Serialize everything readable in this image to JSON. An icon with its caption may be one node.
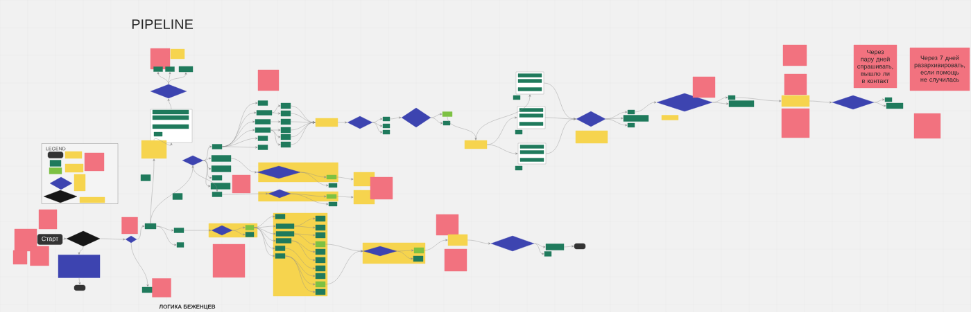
{
  "diagram": {
    "title": "PIPELINE",
    "nodes": [
      {
        "text": [
          "LEGEND"
        ]
      },
      {
        "text": [],
        "shape": "pill",
        "in": 0
      },
      {
        "text": [],
        "shape": "box",
        "in": 0
      },
      {
        "text": [],
        "shape": "box",
        "in": 0
      },
      {
        "text": [],
        "shape": "diamond",
        "in": 0
      },
      {
        "text": [],
        "shape": "diamond",
        "in": 0
      },
      {
        "text": [],
        "shape": "box",
        "in": 0
      },
      {
        "text": [],
        "shape": "box",
        "in": 0
      },
      {
        "text": [],
        "shape": "note",
        "in": 0
      },
      {
        "text": [],
        "shape": "box",
        "in": 0
      },
      {
        "text": [],
        "shape": "box",
        "in": 0
      },
      {
        "text": [],
        "shape": "note"
      },
      {
        "text": [],
        "shape": "note"
      },
      {
        "text": [
          "Старт"
        ]
      },
      {
        "text": [],
        "shape": "diamond"
      },
      {
        "text": [],
        "shape": "note"
      },
      {
        "text": [],
        "shape": "note"
      },
      {
        "text": [],
        "shape": "box"
      },
      {
        "text": [],
        "shape": "pill"
      },
      {
        "text": [],
        "shape": "note"
      },
      {
        "text": [],
        "shape": "diamond"
      },
      {
        "text": [],
        "shape": "box"
      },
      {
        "text": [],
        "shape": "box"
      },
      {
        "text": [],
        "shape": "note"
      },
      {
        "text": [],
        "shape": "note"
      },
      {
        "text": [],
        "shape": "box"
      },
      {
        "text": [],
        "shape": "box"
      },
      {
        "text": [],
        "shape": "box"
      },
      {
        "text": [],
        "shape": "box"
      },
      {
        "text": [],
        "shape": "diamond"
      },
      {
        "text": [],
        "shape": "box"
      },
      {
        "text": [],
        "shape": "box",
        "in": 30
      },
      {
        "text": [],
        "shape": "box",
        "in": 30
      },
      {
        "text": [],
        "shape": "box",
        "in": 30
      },
      {
        "text": [],
        "shape": "box",
        "in": 30
      },
      {
        "text": [],
        "shape": "box"
      },
      {
        "text": [],
        "shape": "box"
      },
      {
        "text": [],
        "shape": "box"
      },
      {
        "text": [],
        "shape": "diamond"
      },
      {
        "text": [],
        "shape": "box"
      },
      {
        "text": [],
        "shape": "box"
      },
      {
        "text": [],
        "shape": "box"
      },
      {
        "text": [],
        "shape": "box"
      },
      {
        "text": [],
        "shape": "box"
      },
      {
        "text": [],
        "shape": "box"
      },
      {
        "text": [],
        "shape": "box"
      },
      {
        "text": [],
        "shape": "box"
      },
      {
        "text": [],
        "shape": "note"
      },
      {
        "text": [],
        "shape": "note"
      },
      {
        "text": [],
        "shape": "box"
      },
      {
        "text": [],
        "shape": "box"
      },
      {
        "text": [],
        "shape": "box"
      },
      {
        "text": [],
        "shape": "box"
      },
      {
        "text": [],
        "shape": "box"
      },
      {
        "text": [],
        "shape": "box"
      },
      {
        "text": [],
        "shape": "box"
      },
      {
        "text": [],
        "shape": "box"
      },
      {
        "text": [],
        "shape": "box"
      },
      {
        "text": [],
        "shape": "box"
      },
      {
        "text": [],
        "shape": "box"
      },
      {
        "text": [],
        "shape": "box"
      },
      {
        "text": [],
        "shape": "box"
      },
      {
        "text": [],
        "shape": "diamond"
      },
      {
        "text": [],
        "shape": "box"
      },
      {
        "text": [],
        "shape": "box"
      },
      {
        "text": [],
        "shape": "box"
      },
      {
        "text": [],
        "shape": "diamond"
      },
      {
        "text": [],
        "shape": "box"
      },
      {
        "text": [],
        "shape": "box"
      },
      {
        "text": [],
        "shape": "box"
      },
      {
        "text": [],
        "shape": "box"
      },
      {
        "text": [],
        "shape": "box",
        "in": 70
      },
      {
        "text": [],
        "shape": "box",
        "in": 70
      },
      {
        "text": [],
        "shape": "box",
        "in": 70
      },
      {
        "text": [],
        "shape": "box"
      },
      {
        "text": [],
        "shape": "box"
      },
      {
        "text": [],
        "shape": "box",
        "in": 75
      },
      {
        "text": [],
        "shape": "box",
        "in": 75
      },
      {
        "text": [],
        "shape": "box",
        "in": 75
      },
      {
        "text": [],
        "shape": "box"
      },
      {
        "text": [],
        "shape": "box"
      },
      {
        "text": [],
        "shape": "box",
        "in": 80
      },
      {
        "text": [],
        "shape": "box",
        "in": 80
      },
      {
        "text": [],
        "shape": "box",
        "in": 80
      },
      {
        "text": [],
        "shape": "box"
      },
      {
        "text": [],
        "shape": "diamond"
      },
      {
        "text": [],
        "shape": "box"
      },
      {
        "text": [],
        "shape": "box"
      },
      {
        "text": [],
        "shape": "box"
      },
      {
        "text": [],
        "shape": "box"
      },
      {
        "text": [],
        "shape": "box"
      },
      {
        "text": [],
        "shape": "diamond"
      },
      {
        "text": [],
        "shape": "note"
      },
      {
        "text": [],
        "shape": "box"
      },
      {
        "text": [],
        "shape": "box"
      },
      {
        "text": [],
        "shape": "note"
      },
      {
        "text": [],
        "shape": "note"
      },
      {
        "text": [],
        "shape": "box"
      },
      {
        "text": [],
        "shape": "note"
      },
      {
        "text": [],
        "shape": "diamond"
      },
      {
        "text": [],
        "shape": "box"
      },
      {
        "text": [],
        "shape": "box"
      },
      {
        "text": [
          "Через пару дней спрашивать, вышло ли в контакт"
        ]
      },
      {
        "text": [
          "Через 7 дней разархивировать, если помощь не случилась"
        ]
      },
      {
        "text": [],
        "shape": "note"
      },
      {
        "text": [],
        "shape": "box"
      },
      {
        "text": [],
        "shape": "diamond",
        "in": 105
      },
      {
        "text": [],
        "shape": "box"
      },
      {
        "text": [],
        "shape": "diamond",
        "in": 107
      },
      {
        "text": [],
        "shape": "box",
        "in": 105
      },
      {
        "text": [],
        "shape": "box"
      },
      {
        "text": [],
        "shape": "box",
        "in": 107
      },
      {
        "text": [],
        "shape": "box"
      },
      {
        "text": [],
        "shape": "box"
      },
      {
        "text": [],
        "shape": "box"
      },
      {
        "text": [],
        "shape": "note"
      },
      {
        "text": [],
        "shape": "box"
      },
      {
        "text": [],
        "shape": "diamond",
        "in": 116
      },
      {
        "text": [],
        "shape": "box",
        "in": 116
      },
      {
        "text": [],
        "shape": "box",
        "in": 116
      },
      {
        "text": [],
        "shape": "note"
      },
      {
        "text": [],
        "shape": "box"
      },
      {
        "text": [],
        "shape": "box",
        "in": 121
      },
      {
        "text": [],
        "shape": "box",
        "in": 121
      },
      {
        "text": [],
        "shape": "box",
        "in": 121
      },
      {
        "text": [],
        "shape": "box",
        "in": 121
      },
      {
        "text": [],
        "shape": "box",
        "in": 121
      },
      {
        "text": [],
        "shape": "box",
        "in": 121
      },
      {
        "text": [],
        "shape": "box",
        "in": 121
      },
      {
        "text": [],
        "shape": "box",
        "in": 121
      },
      {
        "text": [],
        "shape": "box",
        "in": 121
      },
      {
        "text": [],
        "shape": "box",
        "in": 121
      },
      {
        "text": [],
        "shape": "box",
        "in": 121
      },
      {
        "text": [],
        "shape": "box",
        "in": 121
      },
      {
        "text": [],
        "shape": "box",
        "in": 121
      },
      {
        "text": [],
        "shape": "box",
        "in": 121
      },
      {
        "text": [],
        "shape": "box",
        "in": 121
      },
      {
        "text": [],
        "shape": "box",
        "in": 121
      },
      {
        "text": [],
        "shape": "box"
      },
      {
        "text": [],
        "shape": "diamond",
        "in": 138
      },
      {
        "text": [],
        "shape": "box",
        "in": 138
      },
      {
        "text": [],
        "shape": "box",
        "in": 138
      },
      {
        "text": [],
        "shape": "note"
      },
      {
        "text": [],
        "shape": "box"
      },
      {
        "text": [],
        "shape": "note"
      },
      {
        "text": [],
        "shape": "diamond"
      },
      {
        "text": [],
        "shape": "box"
      },
      {
        "text": [],
        "shape": "box"
      },
      {
        "text": [],
        "shape": "pill"
      }
    ],
    "edges": [
      {
        "from": 13,
        "to": 14,
        "arrow": "to"
      },
      {
        "from": 14,
        "to": 17,
        "arrow": "to"
      },
      {
        "from": 17,
        "to": 18,
        "arrow": "to"
      },
      {
        "from": 14,
        "to": 20,
        "arrow": "to"
      },
      {
        "from": 20,
        "to": 21,
        "arrow": "to"
      },
      {
        "from": 20,
        "to": 22,
        "arrow": "to"
      },
      {
        "from": 21,
        "to": 35,
        "arrow": "to"
      },
      {
        "from": 35,
        "to": 30,
        "arrow": "to"
      },
      {
        "from": 30,
        "to": 29,
        "arrow": "to"
      },
      {
        "from": 29,
        "to": 26,
        "arrow": "to"
      },
      {
        "from": 29,
        "to": 27,
        "arrow": "to"
      },
      {
        "from": 29,
        "to": 28,
        "arrow": "to"
      },
      {
        "from": 21,
        "to": 38,
        "arrow": "to"
      },
      {
        "from": 38,
        "to": 41,
        "arrow": "to"
      },
      {
        "from": 38,
        "to": 42,
        "arrow": "to"
      },
      {
        "from": 38,
        "to": 43,
        "arrow": "to"
      },
      {
        "from": 38,
        "to": 44,
        "arrow": "to"
      },
      {
        "from": 38,
        "to": 45,
        "arrow": "to"
      },
      {
        "from": 38,
        "to": 46,
        "arrow": "to"
      },
      {
        "from": 41,
        "to": 49,
        "arrow": "to"
      },
      {
        "from": 41,
        "to": 50,
        "arrow": "to"
      },
      {
        "from": 41,
        "to": 51,
        "arrow": "to"
      },
      {
        "from": 41,
        "to": 52,
        "arrow": "to"
      },
      {
        "from": 41,
        "to": 53,
        "arrow": "to"
      },
      {
        "from": 41,
        "to": 54,
        "arrow": "to"
      },
      {
        "from": 50,
        "to": 55,
        "arrow": "to"
      },
      {
        "from": 50,
        "to": 56,
        "arrow": "to"
      },
      {
        "from": 51,
        "to": 57,
        "arrow": "to"
      },
      {
        "from": 52,
        "to": 58,
        "arrow": "to"
      },
      {
        "from": 52,
        "to": 59,
        "arrow": "to"
      },
      {
        "from": 52,
        "to": 60,
        "arrow": "to"
      },
      {
        "from": 55,
        "to": 61,
        "arrow": "to"
      },
      {
        "from": 56,
        "to": 61,
        "arrow": "to"
      },
      {
        "from": 57,
        "to": 61,
        "arrow": "to"
      },
      {
        "from": 58,
        "to": 61,
        "arrow": "to"
      },
      {
        "from": 59,
        "to": 61,
        "arrow": "to"
      },
      {
        "from": 60,
        "to": 61,
        "arrow": "to"
      },
      {
        "from": 61,
        "to": 62,
        "arrow": "to"
      },
      {
        "from": 62,
        "to": 63,
        "arrow": "to"
      },
      {
        "from": 62,
        "to": 64,
        "arrow": "to"
      },
      {
        "from": 62,
        "to": 65,
        "arrow": "to"
      },
      {
        "from": 63,
        "to": 66,
        "arrow": "to"
      },
      {
        "from": 66,
        "to": 67,
        "arrow": "to"
      },
      {
        "from": 66,
        "to": 68,
        "arrow": "to"
      },
      {
        "from": 67,
        "to": 69,
        "arrow": "to"
      },
      {
        "from": 69,
        "to": 70,
        "arrow": "to"
      },
      {
        "from": 69,
        "to": 75,
        "arrow": "to"
      },
      {
        "from": 69,
        "to": 80,
        "arrow": "to"
      },
      {
        "from": 70,
        "to": 85,
        "arrow": "to"
      },
      {
        "from": 75,
        "to": 85,
        "arrow": "to"
      },
      {
        "from": 80,
        "to": 85,
        "arrow": "to"
      },
      {
        "from": 85,
        "to": 87,
        "arrow": "to"
      },
      {
        "from": 85,
        "to": 88,
        "arrow": "to"
      },
      {
        "from": 85,
        "to": 89,
        "arrow": "to"
      },
      {
        "from": 87,
        "to": 91,
        "arrow": "to"
      },
      {
        "from": 91,
        "to": 93,
        "arrow": "to"
      },
      {
        "from": 91,
        "to": 94,
        "arrow": "to"
      },
      {
        "from": 93,
        "to": 97,
        "arrow": "to"
      },
      {
        "from": 97,
        "to": 99,
        "arrow": "to"
      },
      {
        "from": 99,
        "to": 100,
        "arrow": "to"
      },
      {
        "from": 99,
        "to": 101,
        "arrow": "to"
      },
      {
        "from": 42,
        "to": 106,
        "arrow": "to"
      },
      {
        "from": 106,
        "to": 109,
        "arrow": "to"
      },
      {
        "from": 106,
        "to": 110,
        "arrow": "to"
      },
      {
        "from": 46,
        "to": 108,
        "arrow": "to"
      },
      {
        "from": 108,
        "to": 111,
        "arrow": "to"
      },
      {
        "from": 108,
        "to": 112,
        "arrow": "to"
      },
      {
        "from": 109,
        "to": 113,
        "arrow": "to"
      },
      {
        "from": 111,
        "to": 114,
        "arrow": "to"
      },
      {
        "from": 21,
        "to": 39,
        "arrow": "to"
      },
      {
        "from": 21,
        "to": 40,
        "arrow": "to"
      },
      {
        "from": 39,
        "to": 117,
        "arrow": "to"
      },
      {
        "from": 117,
        "to": 118,
        "arrow": "to"
      },
      {
        "from": 117,
        "to": 119,
        "arrow": "to"
      },
      {
        "from": 118,
        "to": 122,
        "arrow": "to"
      },
      {
        "from": 118,
        "to": 123,
        "arrow": "to"
      },
      {
        "from": 118,
        "to": 124,
        "arrow": "to"
      },
      {
        "from": 118,
        "to": 125,
        "arrow": "to"
      },
      {
        "from": 118,
        "to": 126,
        "arrow": "to"
      },
      {
        "from": 118,
        "to": 127,
        "arrow": "to"
      },
      {
        "from": 123,
        "to": 128,
        "arrow": "to"
      },
      {
        "from": 123,
        "to": 129,
        "arrow": "to"
      },
      {
        "from": 124,
        "to": 130,
        "arrow": "to"
      },
      {
        "from": 124,
        "to": 131,
        "arrow": "to"
      },
      {
        "from": 125,
        "to": 132,
        "arrow": "to"
      },
      {
        "from": 125,
        "to": 133,
        "arrow": "to"
      },
      {
        "from": 126,
        "to": 134,
        "arrow": "to"
      },
      {
        "from": 127,
        "to": 135,
        "arrow": "to"
      },
      {
        "from": 127,
        "to": 136,
        "arrow": "to"
      },
      {
        "from": 127,
        "to": 137,
        "arrow": "to"
      },
      {
        "from": 131,
        "to": 139,
        "arrow": "to"
      },
      {
        "from": 136,
        "to": 139,
        "arrow": "to"
      },
      {
        "from": 139,
        "to": 140,
        "arrow": "to"
      },
      {
        "from": 139,
        "to": 141,
        "arrow": "to"
      },
      {
        "from": 140,
        "to": 143,
        "arrow": "to"
      },
      {
        "from": 143,
        "to": 145,
        "arrow": "to"
      },
      {
        "from": 145,
        "to": 146,
        "arrow": "to"
      },
      {
        "from": 145,
        "to": 147,
        "arrow": "to"
      },
      {
        "from": 146,
        "to": 148,
        "arrow": "to"
      }
    ],
    "labels": [
      "ЛОГИКА БЕЖЕНЦЕВ"
    ]
  }
}
